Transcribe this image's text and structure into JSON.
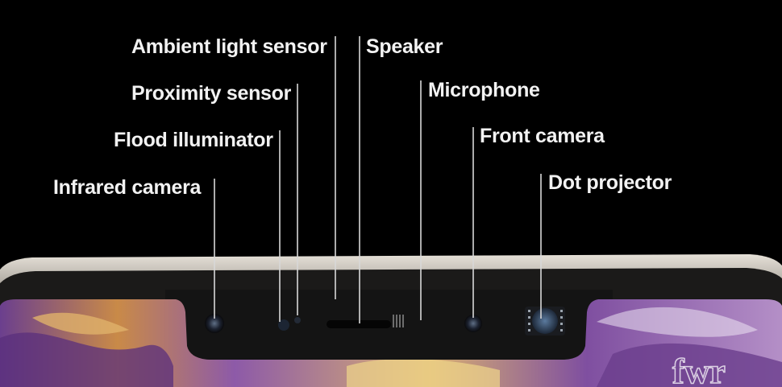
{
  "labels": {
    "ambient_light_sensor": "Ambient light sensor",
    "speaker": "Speaker",
    "proximity_sensor": "Proximity sensor",
    "microphone": "Microphone",
    "flood_illuminator": "Flood illuminator",
    "front_camera": "Front camera",
    "infrared_camera": "Infrared camera",
    "dot_projector": "Dot projector"
  },
  "watermark": "fwr",
  "colors": {
    "background": "#000000",
    "label_text": "#f2f2f2",
    "leader_line": "#d8d8d8",
    "phone_frame": "#b9b2a8",
    "notch": "#141414",
    "wallpaper_purple": "#7a4f9a",
    "wallpaper_gold": "#d4a45c"
  }
}
